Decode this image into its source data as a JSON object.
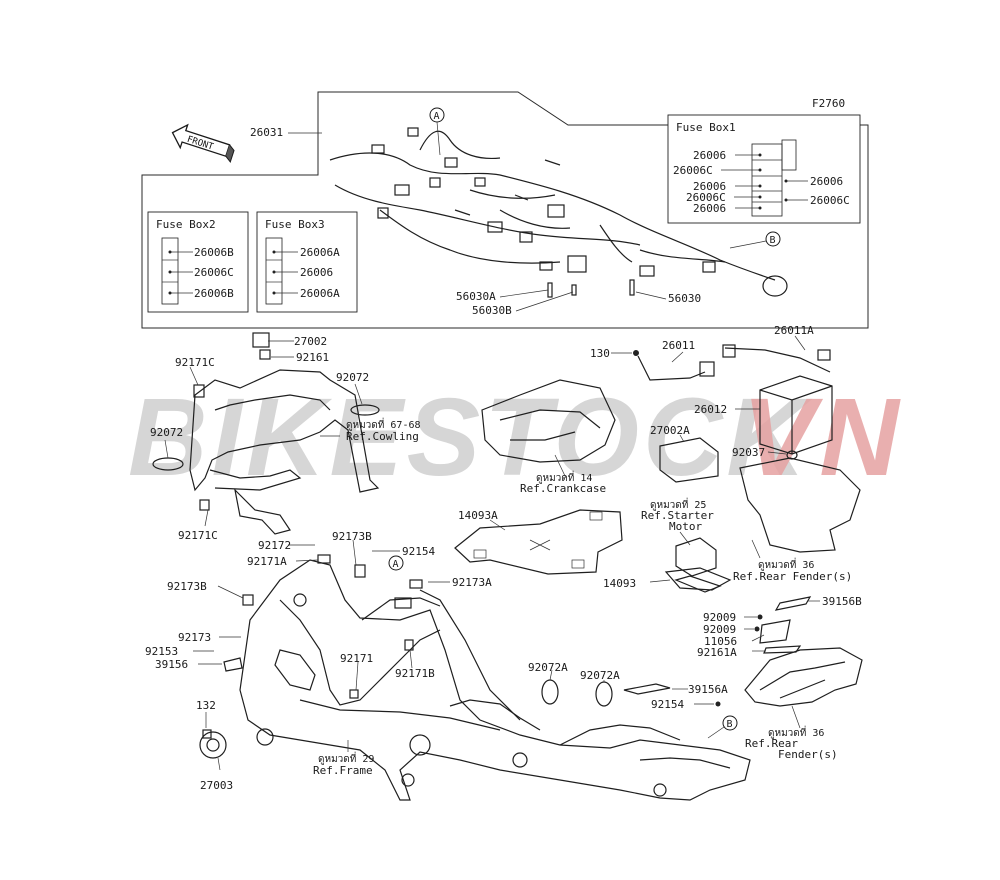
{
  "diagram_code": "F2760",
  "watermark": {
    "part1": "BIKESTOCK",
    "part2": "VN",
    "color1": "#c9c9c9",
    "color2": "#e8a3a3"
  },
  "front_arrow_label": "FRONT",
  "callouts": {
    "a": "A",
    "b": "B"
  },
  "fuse_box1": {
    "title": "Fuse Box1",
    "left_labels": [
      "26006",
      "26006C",
      "26006",
      "26006C",
      "26006"
    ],
    "right_labels": [
      "26006",
      "26006C"
    ]
  },
  "fuse_box2": {
    "title": "Fuse Box2",
    "labels": [
      "26006B",
      "26006C",
      "26006B"
    ]
  },
  "fuse_box3": {
    "title": "Fuse Box3",
    "labels": [
      "26006A",
      "26006",
      "26006A"
    ]
  },
  "harness_labels": {
    "main": "26031",
    "p56030a": "56030A",
    "p56030b": "56030B",
    "p56030": "56030"
  },
  "labels": {
    "l27002": "27002",
    "l92161": "92161",
    "l92171c_top": "92171C",
    "l92072_right": "92072",
    "l92072_left": "92072",
    "l92171c_bottom": "92171C",
    "ref_cowling_thai": "ดูหมวดที่ 67-68",
    "ref_cowling": "Ref.Cowling",
    "l130": "130",
    "l26011": "26011",
    "l26011a": "26011A",
    "l26012": "26012",
    "ref_crankcase_thai": "ดูหมวดที่ 14",
    "ref_crankcase": "Ref.Crankcase",
    "l27002a": "27002A",
    "l92037": "92037",
    "ref_starter_thai": "ดูหมวดที่ 25",
    "ref_starter_1": "Ref.Starter",
    "ref_starter_2": "Motor",
    "ref_rear_fender_thai_1": "ดูหมวดที่ 36",
    "ref_rear_fender_1": "Ref.Rear Fender(s)",
    "l14093a": "14093A",
    "l14093": "14093",
    "l92172": "92172",
    "l92173b_top": "92173B",
    "l92154_top": "92154",
    "l92171a": "92171A",
    "l92173a": "92173A",
    "l92173b_left": "92173B",
    "l92173": "92173",
    "l92153": "92153",
    "l39156": "39156",
    "l92171": "92171",
    "l92171b": "92171B",
    "l92072a_1": "92072A",
    "l92072a_2": "92072A",
    "l39156a": "39156A",
    "l92154_bottom": "92154",
    "l39156b": "39156B",
    "l92009_1": "92009",
    "l92009_2": "92009",
    "l11056": "11056",
    "l92161a": "92161A",
    "ref_rear_fender_thai_2": "ดูหมวดที่ 36",
    "ref_rear_fender_2a": "Ref.Rear",
    "ref_rear_fender_2b": "Fender(s)",
    "l132": "132",
    "l27003": "27003",
    "ref_frame_thai": "ดูหมวดที่ 29",
    "ref_frame": "Ref.Frame"
  }
}
